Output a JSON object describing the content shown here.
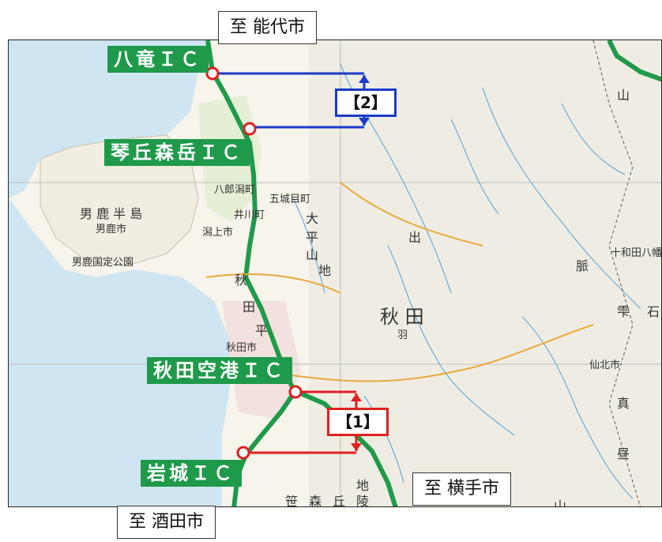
{
  "destinations": {
    "north": "至 能代市",
    "east": "至 横手市",
    "south": "至 酒田市"
  },
  "interchanges": {
    "hachiryu": "八竜ＩＣ",
    "kotooka_moritake": "琴丘森岳ＩＣ",
    "akita_airport": "秋田空港ＩＣ",
    "iwaki": "岩城ＩＣ"
  },
  "sections": {
    "s1": "【1】",
    "s2": "【2】"
  },
  "map_text": {
    "oga_peninsula": "男 鹿 半 島",
    "oga_city": "男鹿市",
    "oga_park": "男鹿国定公園",
    "hachirogata": "八郎潟町",
    "gojome": "五城目町",
    "ikawa": "井川町",
    "katagami": "潟上市",
    "akita_city": "秋田市",
    "akita_large": "秋 田",
    "hane": "羽",
    "de": "出",
    "daiheizan": [
      "大",
      "平",
      "山",
      "地"
    ],
    "akita_plain": [
      "秋",
      "田",
      "平"
    ],
    "sasamori": [
      "笹",
      "森",
      "丘",
      "陵"
    ],
    "chi": "地",
    "towada": "十和田八幡平",
    "myaku": "脈",
    "shizukuishi": [
      "雫",
      "石"
    ],
    "senboku": "仙北市",
    "mountain": "山",
    "makoto": "真",
    "hiru": "昼",
    "yama2": "山"
  },
  "colors": {
    "expressway": "#1f9a4a",
    "section1": "#e02020",
    "section2": "#1a3bc8",
    "sea": "#cfe6f2",
    "land": "#f7f4ec"
  }
}
